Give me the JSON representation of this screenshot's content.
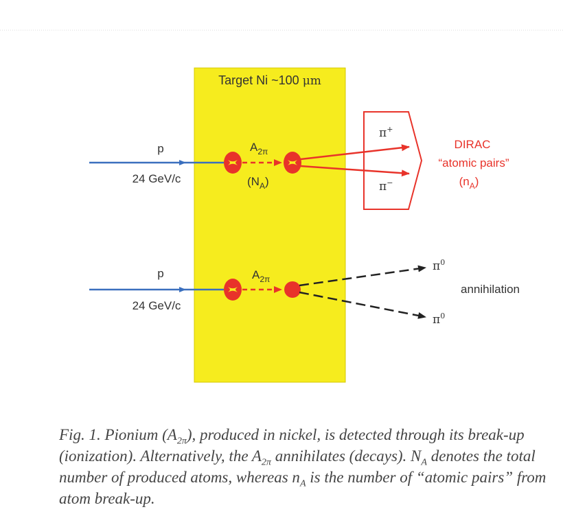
{
  "colors": {
    "target_fill": "#f6ec1e",
    "beam": "#3a6fbe",
    "atom": "#e8332a",
    "decay_line": "#222222",
    "text": "#333333",
    "caption": "#444444"
  },
  "target": {
    "label_prefix": "Target Ni ~100 ",
    "label_unit": "μm"
  },
  "upper": {
    "beam_label": "p",
    "beam_energy": "24 GeV/c",
    "atom_symbol": "A",
    "atom_sub": "2π",
    "count_open": "(N",
    "count_sub": "A",
    "count_close": ")",
    "pi_plus_base": "π",
    "pi_plus_sup": "+",
    "pi_minus_base": "π",
    "pi_minus_sup": "−",
    "detector_title": "DIRAC",
    "detector_line2": "“atomic pairs”",
    "detector_count_open": "(n",
    "detector_count_sub": "A",
    "detector_count_close": ")"
  },
  "lower": {
    "beam_label": "p",
    "beam_energy": "24 GeV/c",
    "atom_symbol": "A",
    "atom_sub": "2π",
    "pi0_top_base": "π",
    "pi0_top_sup": "0",
    "pi0_bottom_base": "π",
    "pi0_bottom_sup": "0",
    "process_label": "annihilation"
  },
  "caption": {
    "p1": "Fig. 1. Pionium (A",
    "s1": "2π",
    "p2": "), produced in nickel, is detected through its break-up (ionization). Alternatively, the A",
    "s2": "2π",
    "p3": " annihilates (decays). N",
    "s3": "A",
    "p4": " denotes the total number of produced atoms, whereas n",
    "s4": "A",
    "p5": " is the number of “atomic pairs” from atom break-up."
  }
}
